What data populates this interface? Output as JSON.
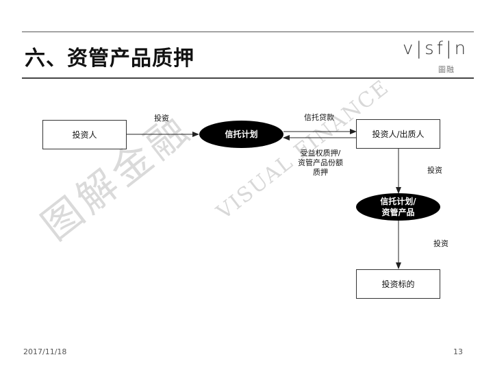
{
  "slide": {
    "title": "六、资管产品质押",
    "date": "2017/11/18",
    "page_number": "13"
  },
  "logo": {
    "text": "v|sf|n",
    "subtext": "圖融"
  },
  "watermark": {
    "chinese": "图解金融",
    "english": "VISUAL FINANCE"
  },
  "diagram": {
    "nodes": {
      "investor": "投资人",
      "trust_plan": "信托计划",
      "investor_pledgor": "投资人/出质人",
      "trust_plan_product_line1": "信托计划/",
      "trust_plan_product_line2": "资管产品",
      "investment_target": "投资标的"
    },
    "edges": {
      "invest_1": "投资",
      "trust_loan": "信托贷款",
      "pledge_line1": "受益权质押/",
      "pledge_line2": "资管产品份额",
      "pledge_line3": "质押",
      "invest_2": "投资",
      "invest_3": "投资"
    }
  }
}
